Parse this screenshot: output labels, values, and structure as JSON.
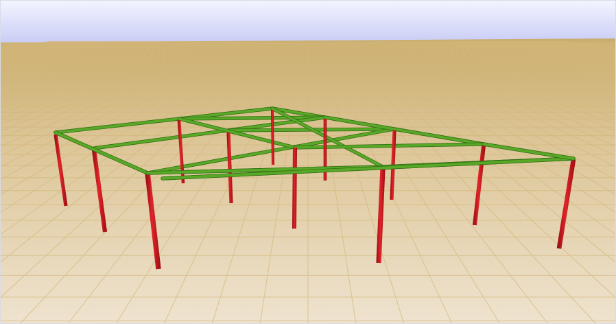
{
  "viewport": {
    "colors": {
      "sky_top": "#f4f5ff",
      "sky_bottom": "#c9cdf5",
      "ground_far": "#c9ad6e",
      "ground_near": "#efe3cf",
      "grid_line": "#d4b77a",
      "column": "#d0141b",
      "beam": "#5aa828"
    },
    "structure": {
      "columns": 12,
      "beam_members": 16,
      "column_color_name": "red",
      "beam_color_name": "green"
    }
  }
}
